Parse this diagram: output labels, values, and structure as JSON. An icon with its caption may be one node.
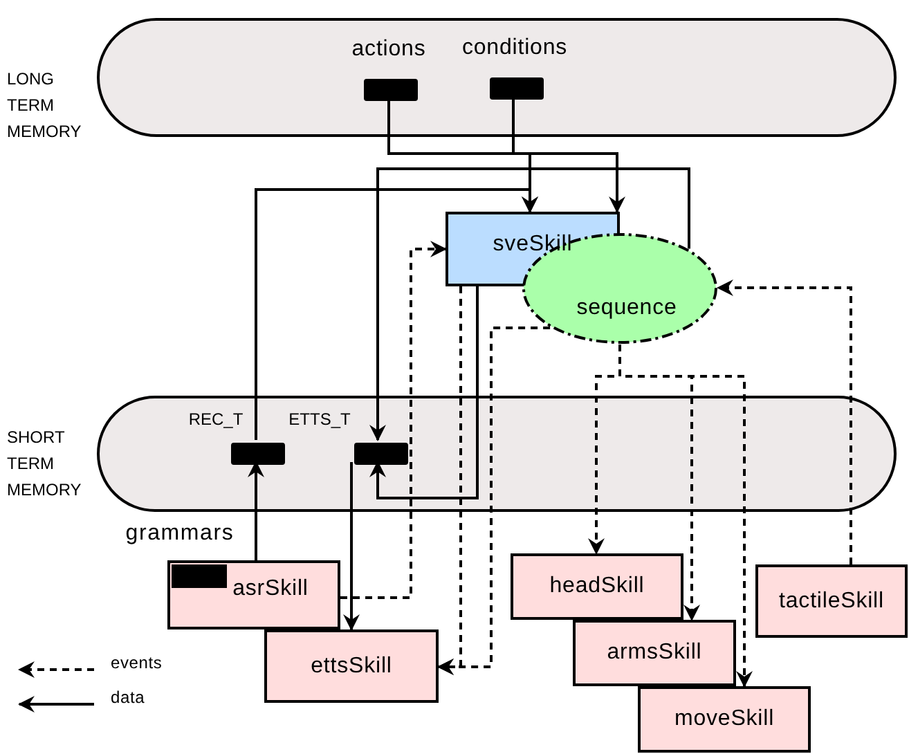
{
  "diagram": {
    "nodes": [
      {
        "text": [],
        "shape": "box",
        "beside": [
          "LONG TERM MEMORY"
        ]
      },
      {
        "text": [],
        "shape": "bar",
        "in": 0,
        "beside": [
          "actions"
        ]
      },
      {
        "text": [],
        "shape": "bar",
        "in": 0,
        "beside": [
          "conditions"
        ]
      },
      {
        "text": [
          "sveSkill"
        ]
      },
      {
        "text": [
          "sequence"
        ]
      },
      {
        "text": [],
        "shape": "box",
        "beside": [
          "SHORT TERM MEMORY"
        ]
      },
      {
        "text": [],
        "shape": "bar",
        "in": 5,
        "beside": [
          "REC_T"
        ]
      },
      {
        "text": [],
        "shape": "bar",
        "in": 5,
        "beside": [
          "ETTS_T"
        ]
      },
      {
        "text": [
          "asrSkill"
        ],
        "beside": [
          "grammars"
        ]
      },
      {
        "text": [
          "ettsSkill"
        ]
      },
      {
        "text": [
          "headSkill"
        ]
      },
      {
        "text": [
          "armsSkill"
        ]
      },
      {
        "text": [
          "moveSkill"
        ]
      },
      {
        "text": [
          "tactileSkill"
        ]
      }
    ],
    "edges": [
      {
        "from": 1,
        "to": 3,
        "arrow": "to"
      },
      {
        "from": 2,
        "to": 3,
        "arrow": "to"
      },
      {
        "from": 4,
        "to": 7,
        "arrow": "to"
      },
      {
        "from": 6,
        "to": 3,
        "arrow": "to"
      },
      {
        "from": 8,
        "to": 6,
        "arrow": "to"
      },
      {
        "from": 7,
        "to": 9,
        "arrow": "to"
      },
      {
        "from": 3,
        "to": 7,
        "arrow": "to"
      },
      {
        "from": 8,
        "to": 3,
        "arrow": "to",
        "style": "dashed"
      },
      {
        "from": 3,
        "to": 9,
        "arrow": "to",
        "style": "dashed"
      },
      {
        "from": 4,
        "to": 9,
        "arrow": "to",
        "style": "dashed"
      },
      {
        "from": 4,
        "to": 10,
        "arrow": "to",
        "style": "dashed"
      },
      {
        "from": 4,
        "to": 11,
        "arrow": "to",
        "style": "dashed"
      },
      {
        "from": 4,
        "to": 12,
        "arrow": "to",
        "style": "dashed"
      },
      {
        "from": 13,
        "to": 4,
        "arrow": "to",
        "style": "dashed"
      }
    ],
    "legend": [
      {
        "text": "events"
      },
      {
        "text": "data"
      }
    ]
  }
}
